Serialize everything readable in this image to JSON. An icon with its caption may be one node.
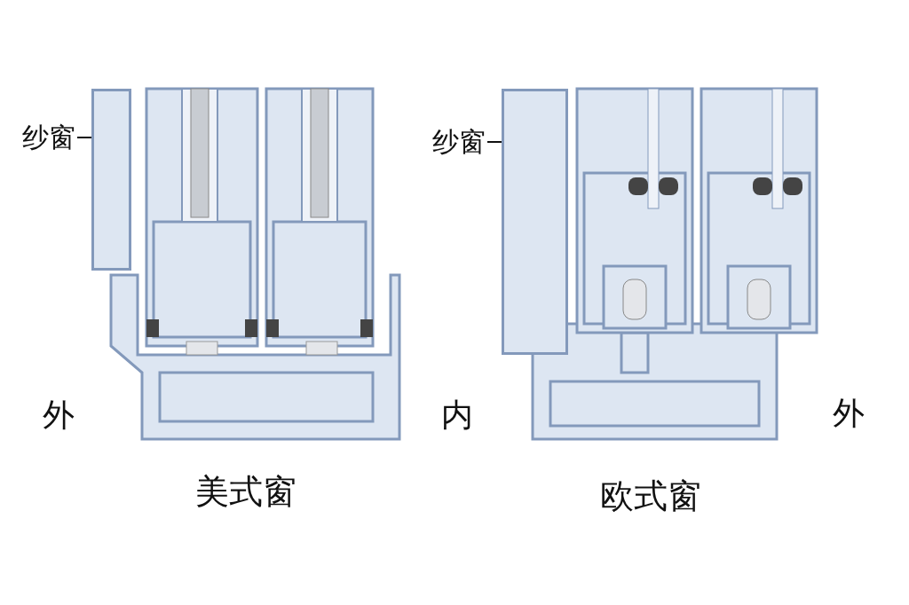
{
  "diagram": {
    "nodes": [
      {
        "text": [
          "纱窗"
        ]
      },
      {
        "text": [],
        "shape": "box"
      },
      {
        "text": [
          "纱窗"
        ]
      },
      {
        "text": [],
        "shape": "box"
      }
    ],
    "edges": [
      {
        "from": 0,
        "to": 1,
        "arrow": "none"
      },
      {
        "from": 2,
        "to": 3,
        "arrow": "none"
      }
    ],
    "labels": [
      "外",
      "内",
      "外",
      "美式窗",
      "欧式窗"
    ]
  }
}
